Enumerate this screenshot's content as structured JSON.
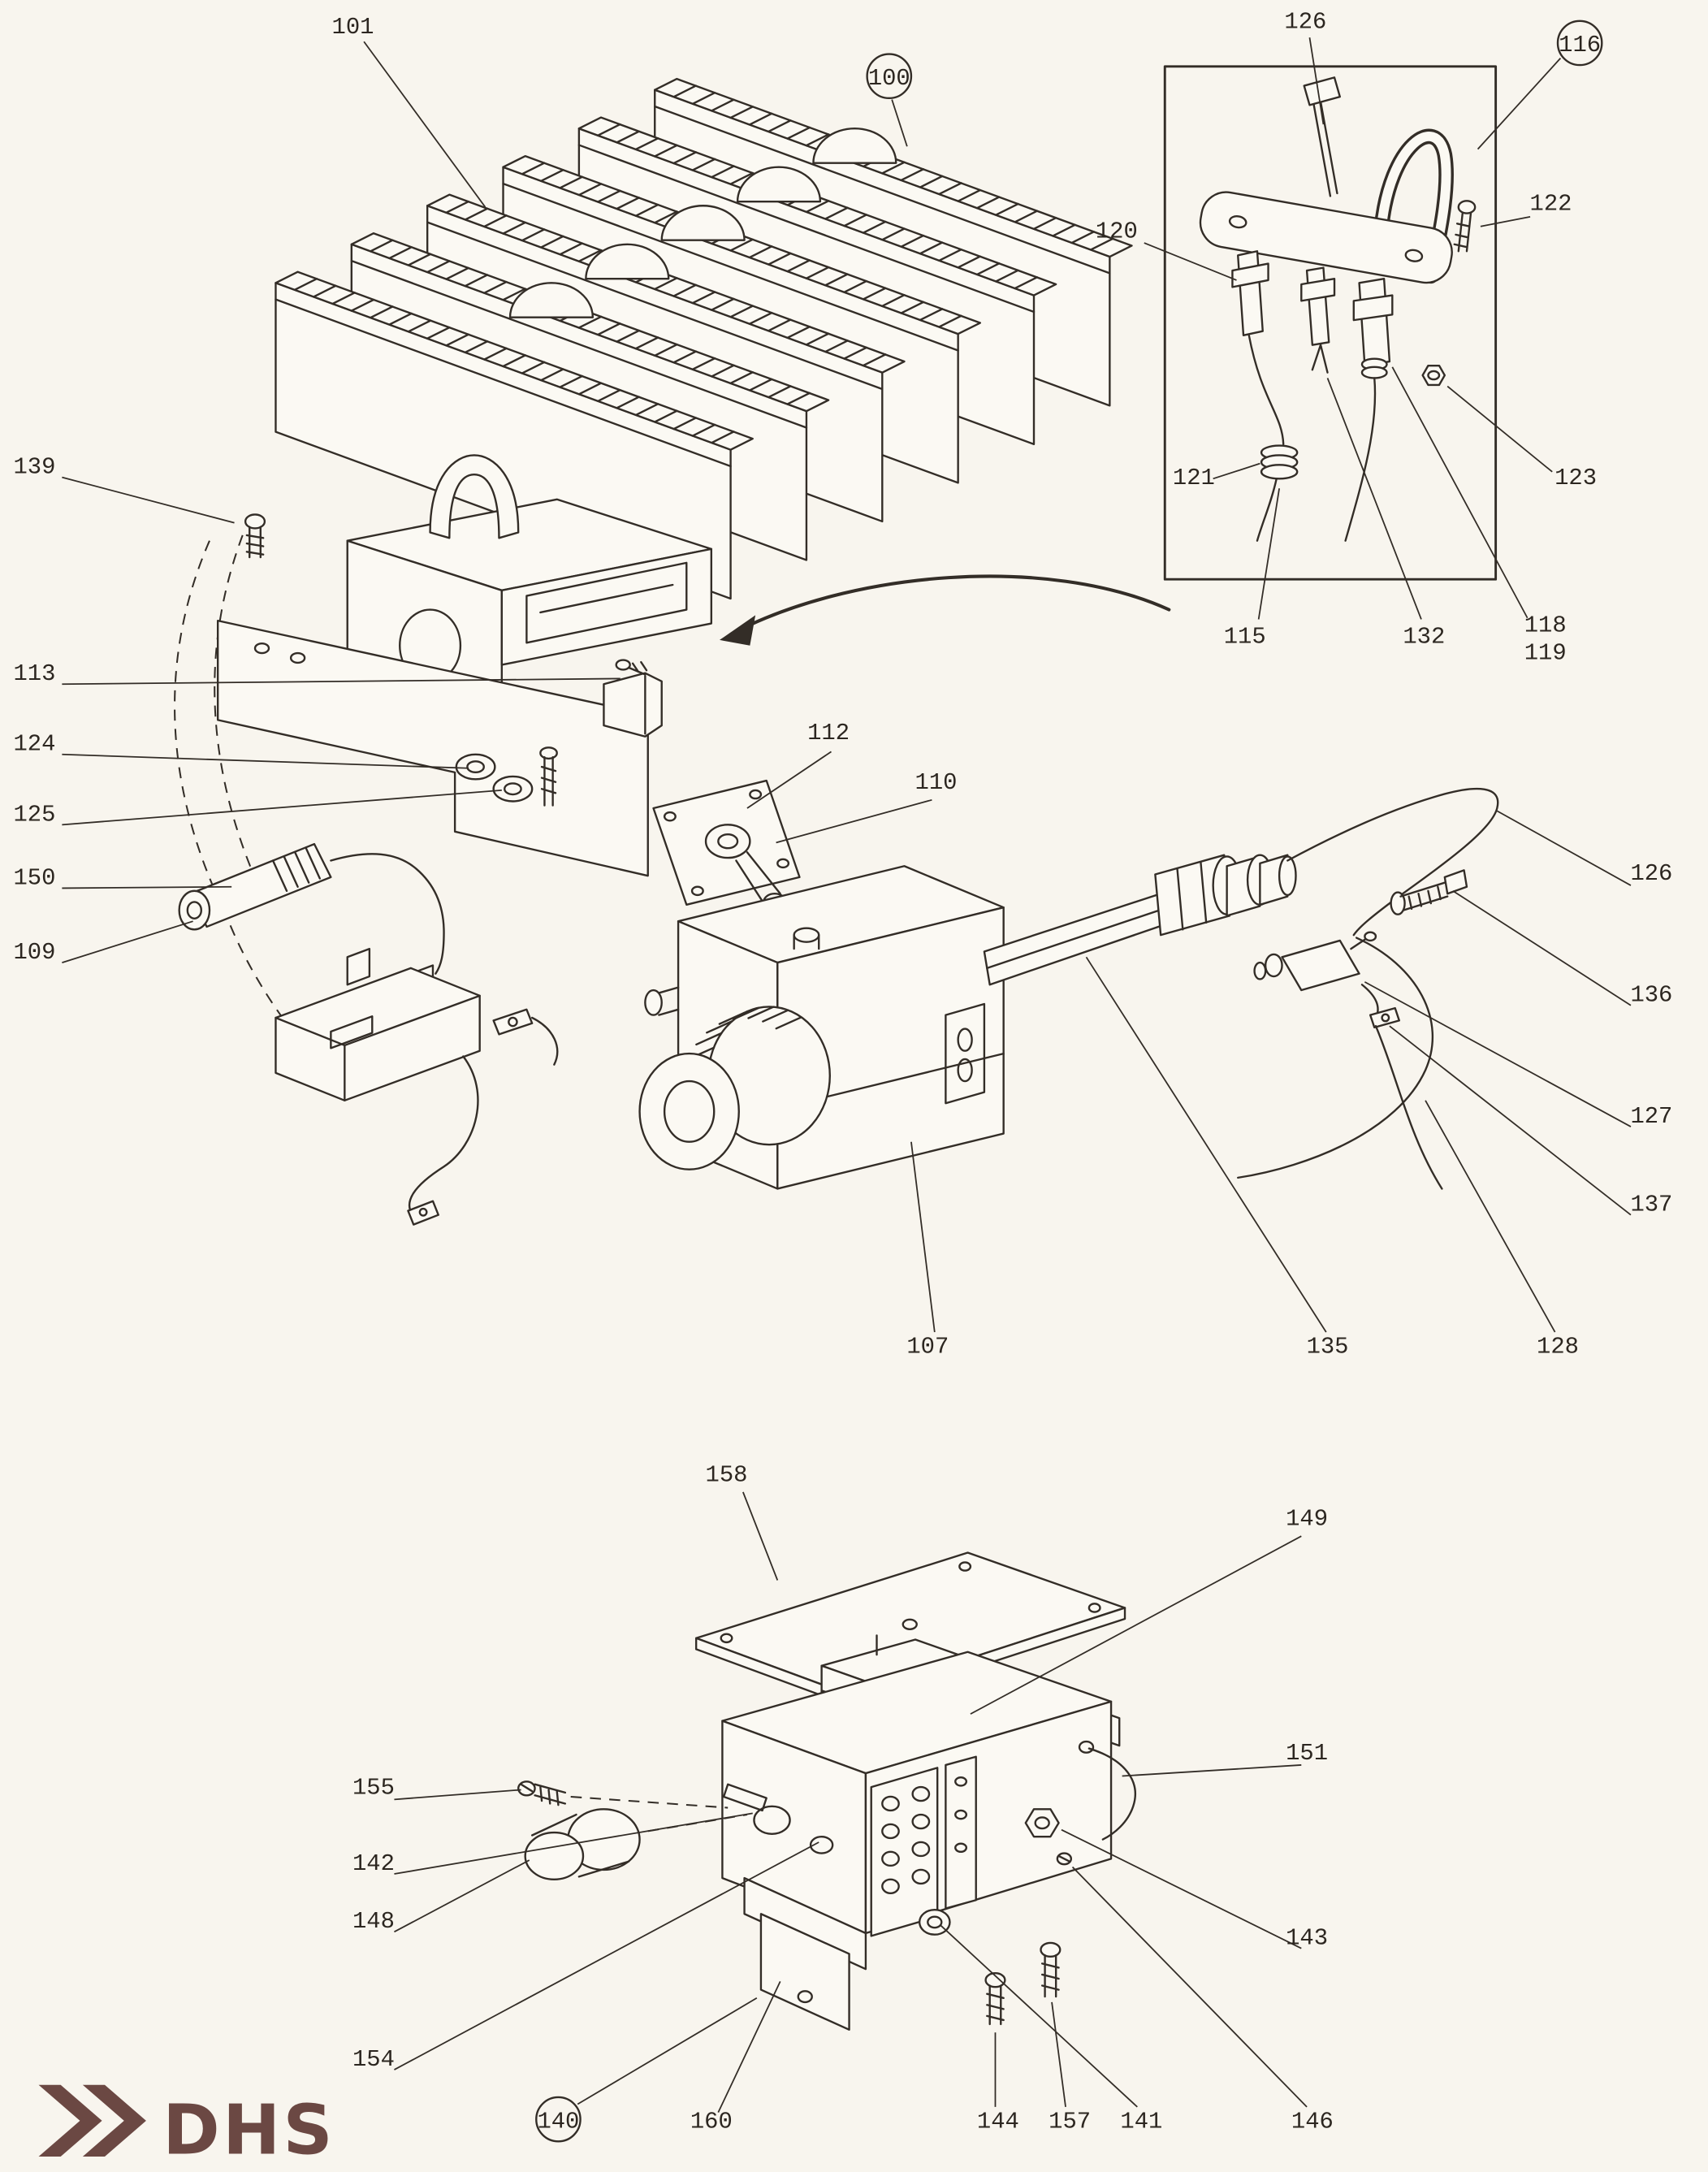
{
  "figure": {
    "colors": {
      "line": "#332d27",
      "background": "#f8f5ee",
      "logo": "#6b4843"
    }
  },
  "logo": {
    "text": "DHS"
  },
  "callouts": {
    "c101": "101",
    "c100": "100",
    "c126_top": "126",
    "c116": "116",
    "c122": "122",
    "c120": "120",
    "c121": "121",
    "c123": "123",
    "c115": "115",
    "c132": "132",
    "c118": "118",
    "c119": "119",
    "c139": "139",
    "c113": "113",
    "c124": "124",
    "c125": "125",
    "c150": "150",
    "c109": "109",
    "c112": "112",
    "c110": "110",
    "c126_right": "126",
    "c136": "136",
    "c127": "127",
    "c137": "137",
    "c107": "107",
    "c135": "135",
    "c128": "128",
    "c158": "158",
    "c149": "149",
    "c151": "151",
    "c155": "155",
    "c142": "142",
    "c148": "148",
    "c154": "154",
    "c143": "143",
    "c140": "140",
    "c160": "160",
    "c144": "144",
    "c157": "157",
    "c141": "141",
    "c146": "146"
  }
}
